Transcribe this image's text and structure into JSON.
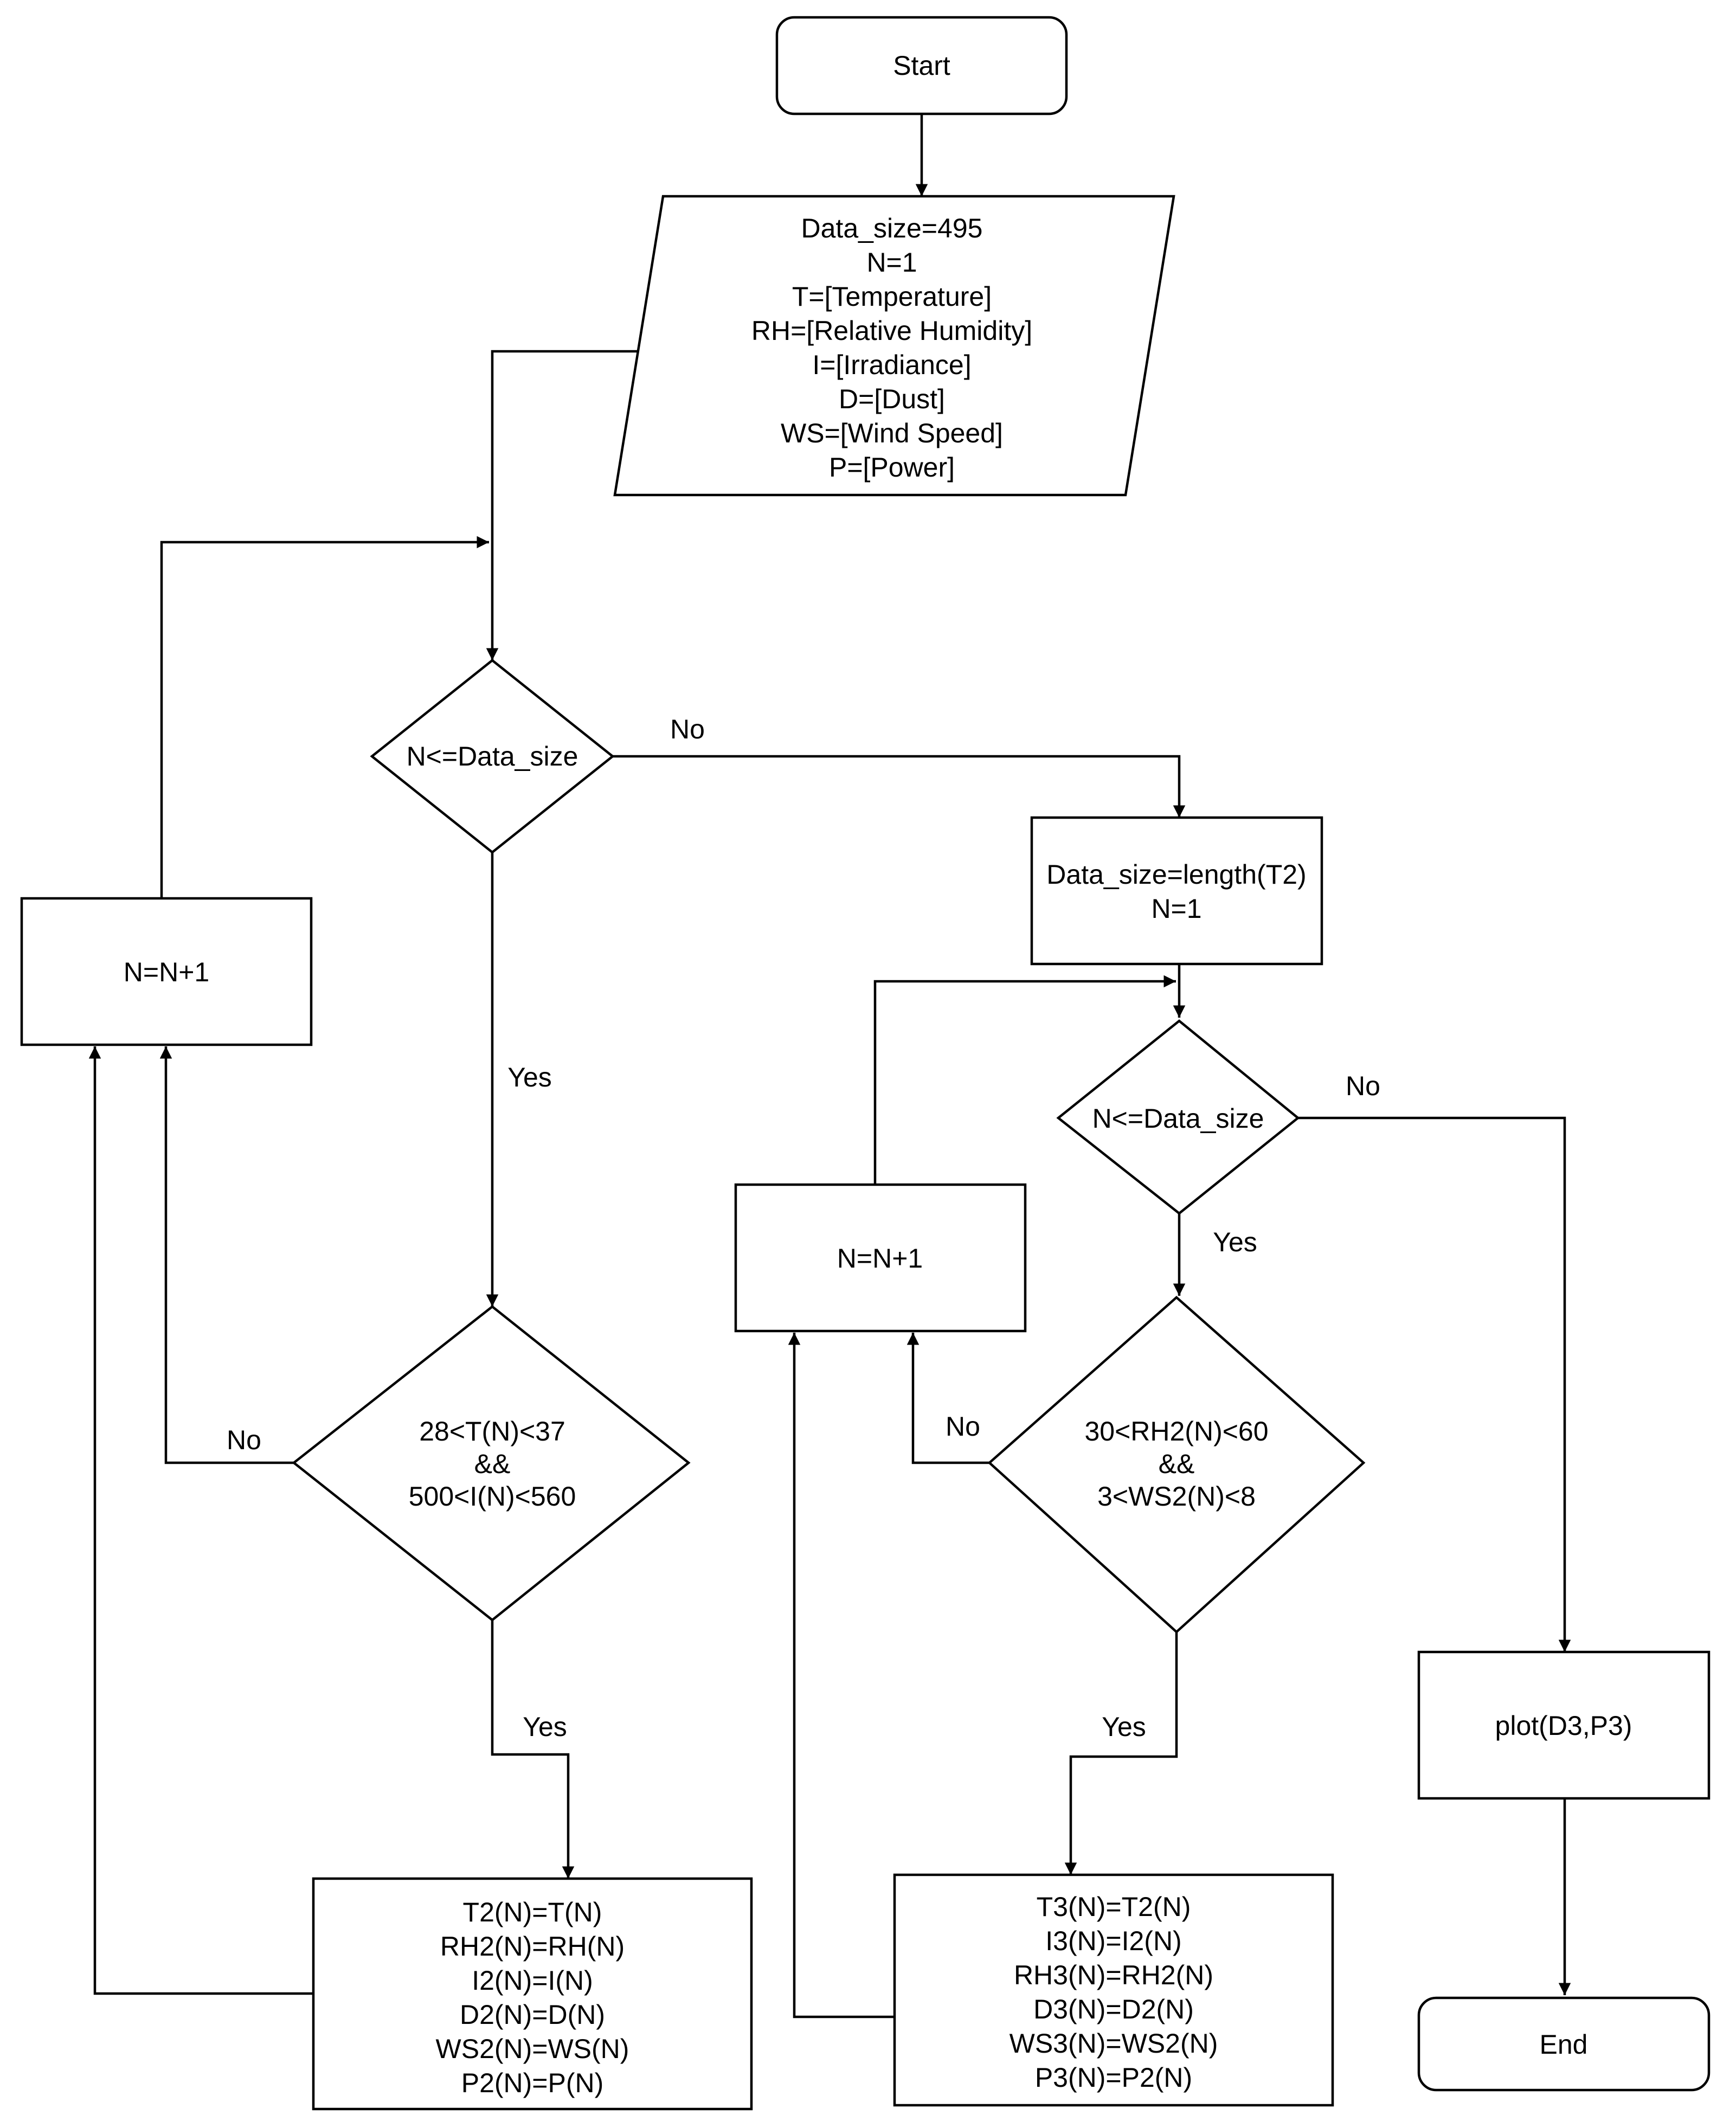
{
  "nodes": {
    "start": [
      "Start"
    ],
    "init": [
      "Data_size=495",
      "N=1",
      "T=[Temperature]",
      "RH=[Relative Humidity]",
      "I=[Irradiance]",
      "D=[Dust]",
      "WS=[Wind Speed]",
      "P=[Power]"
    ],
    "loop1_cond": [
      "N<=Data_size"
    ],
    "loop1_incr": [
      "N=N+1"
    ],
    "filter1_cond": [
      "28<T(N)<37",
      "&&",
      "500<I(N)<560"
    ],
    "filter1_assign": [
      "T2(N)=T(N)",
      "RH2(N)=RH(N)",
      "I2(N)=I(N)",
      "D2(N)=D(N)",
      "WS2(N)=WS(N)",
      "P2(N)=P(N)"
    ],
    "init2": [
      "Data_size=length(T2)",
      "N=1"
    ],
    "loop2_cond": [
      "N<=Data_size"
    ],
    "loop2_incr": [
      "N=N+1"
    ],
    "filter2_cond": [
      "30<RH2(N)<60",
      "&&",
      "3<WS2(N)<8"
    ],
    "filter2_assign": [
      "T3(N)=T2(N)",
      "I3(N)=I2(N)",
      "RH3(N)=RH2(N)",
      "D3(N)=D2(N)",
      "WS3(N)=WS2(N)",
      "P3(N)=P2(N)"
    ],
    "plot": [
      "plot(D3,P3)"
    ],
    "end": [
      "End"
    ]
  },
  "edge_labels": {
    "loop1_no": "No",
    "loop1_yes": "Yes",
    "filter1_no": "No",
    "filter1_yes": "Yes",
    "loop2_no": "No",
    "loop2_yes": "Yes",
    "filter2_no": "No",
    "filter2_yes": "Yes"
  }
}
